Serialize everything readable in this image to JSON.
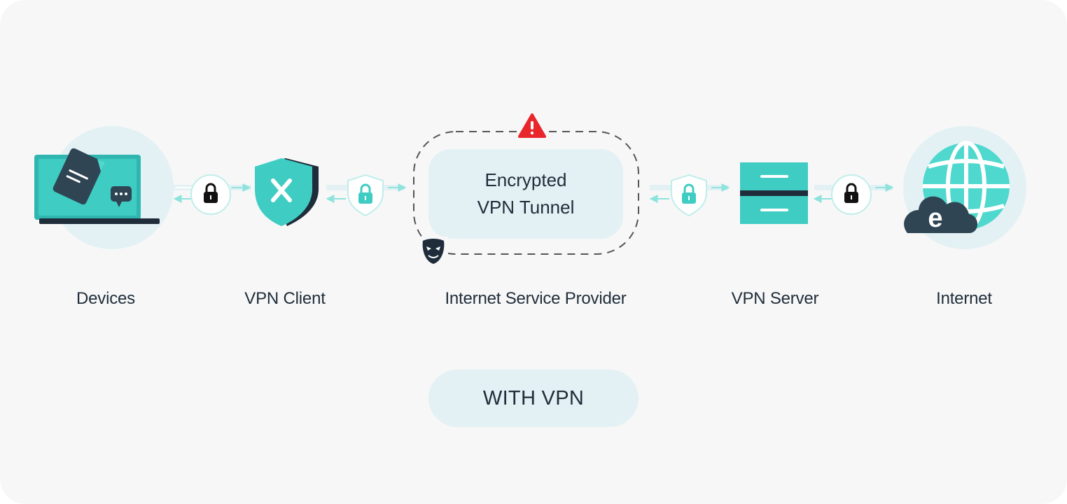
{
  "nodes": [
    {
      "id": "devices",
      "label": "Devices",
      "icon": "laptop-icon"
    },
    {
      "id": "vpn-client",
      "label": "VPN Client",
      "icon": "shield-icon"
    },
    {
      "id": "isp",
      "label": "Internet Service Provider",
      "icon": "tunnel-icon"
    },
    {
      "id": "vpn-server",
      "label": "VPN Server",
      "icon": "server-icon"
    },
    {
      "id": "internet",
      "label": "Internet",
      "icon": "globe-icon"
    }
  ],
  "tunnel": {
    "line1": "Encrypted",
    "line2": "VPN Tunnel"
  },
  "mode_label": "WITH VPN",
  "connectors": [
    {
      "between": "devices-vpn-client",
      "lock_style": "dark-lock-icon"
    },
    {
      "between": "vpn-client-isp",
      "lock_style": "teal-shield-lock-icon"
    },
    {
      "between": "isp-vpn-server",
      "lock_style": "teal-shield-lock-icon"
    },
    {
      "between": "vpn-server-internet",
      "lock_style": "dark-lock-icon"
    }
  ],
  "markers": {
    "warning": "warning-icon",
    "threat": "hacker-mask-icon"
  },
  "colors": {
    "teal": "#3fcdc3",
    "teal_light": "#8fe3dd",
    "dark": "#1f2d3a",
    "circle_bg": "#e3f1f4",
    "tunnel_fill": "#e3f1f4",
    "warning_red": "#e8262b",
    "card_bg": "#f7f7f7"
  }
}
